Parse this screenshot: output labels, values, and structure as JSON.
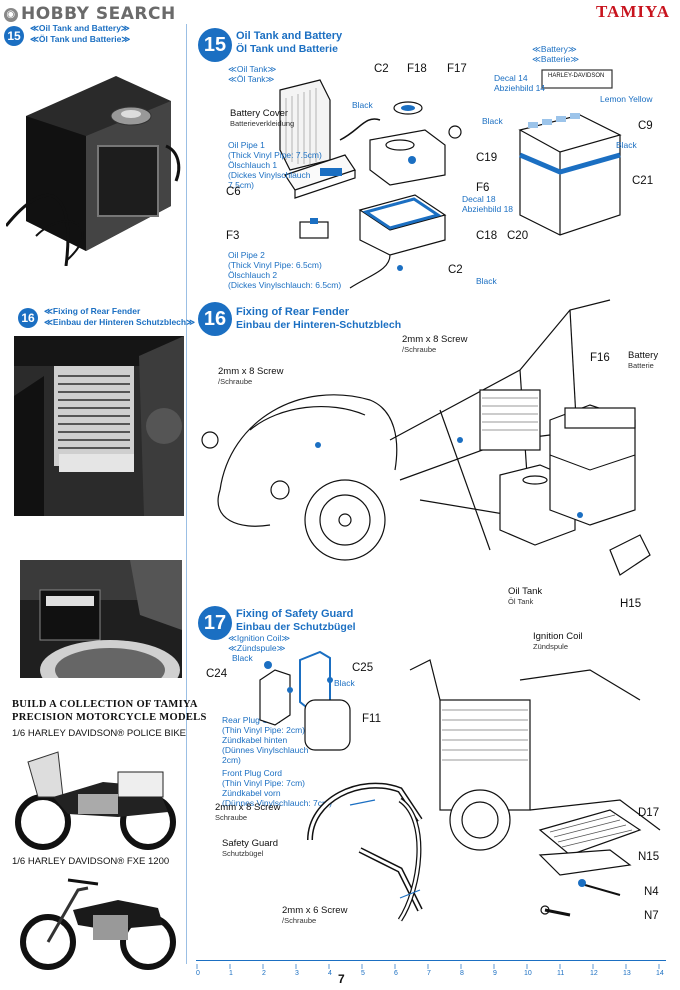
{
  "watermark": "HOBBY SEARCH",
  "brand": "TAMIYA",
  "page_number": "7",
  "side": {
    "s15": {
      "num": "15",
      "en": "≪Oil Tank and Battery≫",
      "de": "≪Öl Tank und Batterie≫"
    },
    "s16": {
      "num": "16",
      "en": "≪Fixing of Rear Fender",
      "de": "≪Einbau der Hinteren Schutzblech≫"
    },
    "collect": [
      "BUILD A COLLECTION OF TAMIYA",
      "PRECISION MOTORCYCLE MODELS"
    ],
    "model1": "1/6 HARLEY DAVIDSON® POLICE BIKE",
    "model2": "1/6 HARLEY DAVIDSON® FXE 1200"
  },
  "step15": {
    "num": "15",
    "en": "Oil Tank and Battery",
    "de": "Öl Tank und Batterie",
    "oil_tank_en": "≪Oil Tank≫",
    "oil_tank_de": "≪Öl Tank≫",
    "battery_en": "≪Battery≫",
    "battery_de": "≪Batterie≫",
    "battery_cover": "Battery Cover",
    "battery_cover_de": "Batterieverkleidung",
    "oil_pipe1": [
      "Oil Pipe 1",
      "(Thick Vinyl Pipe: 7.5cm)"
    ],
    "oil_pipe1_de": [
      "Ölschlauch 1",
      "(Dickes Vinylschlauch",
      "7.5cm)"
    ],
    "oil_pipe2": [
      "Oil Pipe 2",
      "(Thick Vinyl Pipe: 6.5cm)"
    ],
    "oil_pipe2_de": [
      "Ölschlauch 2",
      "(Dickes Vinylschlauch: 6.5cm)"
    ],
    "decal14": "Decal 14",
    "decal14_de": "Abziehbild 14",
    "decal18": "Decal 18",
    "decal18_de": "Abziehbild 18",
    "lemon": "Lemon Yellow",
    "black": "Black",
    "battery_label": "HARLEY-DAVIDSON",
    "parts": {
      "c2": "C2",
      "f18": "F18",
      "f17": "F17",
      "c19": "C19",
      "c6": "C6",
      "f6": "F6",
      "f3": "F3",
      "c18": "C18",
      "c2b": "C2",
      "c9": "C9",
      "c21": "C21",
      "c20": "C20"
    }
  },
  "step16": {
    "num": "16",
    "en": "Fixing of Rear Fender",
    "de": "Einbau der Hinteren-Schutzblech",
    "screw_a": "2mm x 8 Screw",
    "screw_a_de": "/Schraube",
    "screw_b": "2mm x 8 Screw",
    "screw_b_de": "/Schraube",
    "f16": "F16",
    "battery": "Battery",
    "battery_de": "Batterie",
    "oil_tank": "Oil Tank",
    "oil_tank_de": "Öl Tank",
    "h15": "H15"
  },
  "step17": {
    "num": "17",
    "en": "Fixing of Safety Guard",
    "de": "Einbau der Schutzbügel",
    "ign_en": "≪Ignition Coil≫",
    "ign_de": "≪Zündspule≫",
    "ign_coil": "Ignition Coil",
    "ign_coil_de": "Zündspule",
    "black1": "Black",
    "black2": "Black",
    "c24": "C24",
    "c25": "C25",
    "f11": "F11",
    "rear_cord": [
      "Rear Plug Cord",
      "(Thin Vinyl Pipe: 2cm)"
    ],
    "rear_cord_de": [
      "Zündkabel hinten",
      "(Dünnes Vinylschlauch",
      "2cm)"
    ],
    "front_cord": [
      "Front Plug Cord",
      "(Thin Vinyl Pipe: 7cm)"
    ],
    "front_cord_de": [
      "Zündkabel vorn",
      "(Dünnes Vinylschlauch: 7cm)"
    ],
    "screw8": "2mm x 8 Screw",
    "screw8_de": "Schraube",
    "guard": "Safety Guard",
    "guard_de": "Schutzbügel",
    "screw6": "2mm x 6 Screw",
    "screw6_de": "/Schraube",
    "d17": "D17",
    "n15": "N15",
    "n4": "N4",
    "n7": "N7"
  },
  "ruler": [
    "0",
    "1",
    "2",
    "3",
    "4",
    "5",
    "6",
    "7",
    "8",
    "9",
    "10",
    "11",
    "12",
    "13",
    "14"
  ]
}
